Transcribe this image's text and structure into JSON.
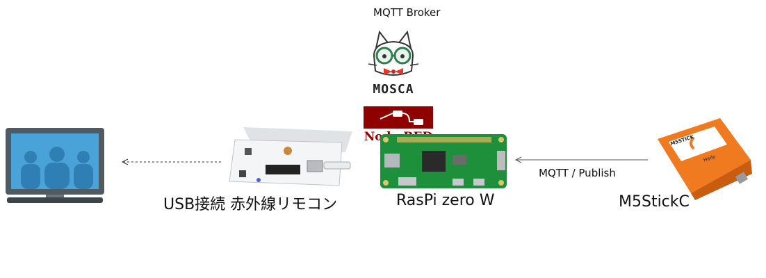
{
  "broker": {
    "label": "MQTT Broker",
    "logo_text": "MOSCA"
  },
  "nodered": {
    "label": "Node-RED"
  },
  "devices": {
    "pc": {
      "icon": "desktop-computer-icon"
    },
    "remote": {
      "label": "USB接続  赤外線リモコン"
    },
    "raspi": {
      "label": "RasPi zero W"
    },
    "m5": {
      "label": "M5StickC",
      "brand": "M5STICK",
      "logo_letter": "C",
      "small_text": "Hello"
    }
  },
  "connections": {
    "mqtt_publish": "MQTT / Publish"
  },
  "colors": {
    "nodered_red": "#8f0000",
    "m5_orange": "#f07a1f",
    "pcb_green": "#1e8f3a",
    "monitor_blue": "#4aa3d8",
    "mosca_green": "#2e7d4f"
  }
}
